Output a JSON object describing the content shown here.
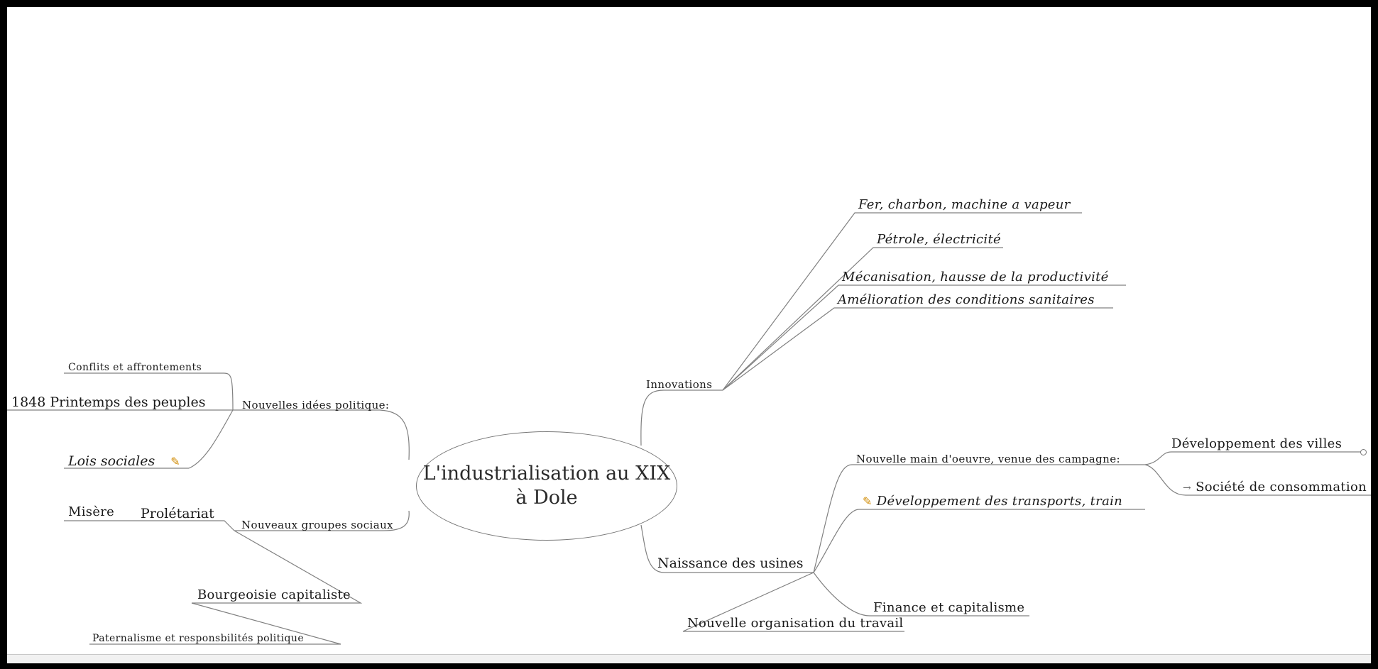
{
  "map": {
    "central": {
      "line1": "L'industrialisation au XIX",
      "line2": "à Dole"
    },
    "left": {
      "nouvelles_idees": {
        "label": "Nouvelles idées politique:",
        "children": [
          "Conflits et affrontements",
          "1848 Printemps des peuples",
          "Lois sociales"
        ]
      },
      "nouveaux_groupes": {
        "label": "Nouveaux groupes sociaux",
        "proletariat": "Prolétariat",
        "misere": "Misère",
        "bourgeoisie": "Bourgeoisie capitaliste",
        "paternalisme": "Paternalisme et responsbilités politique"
      }
    },
    "right": {
      "innovations": {
        "label": "Innovations",
        "children": [
          "Fer, charbon, machine a vapeur",
          "Pétrole, électricité",
          "Mécanisation, hausse de la productivité",
          "Amélioration des conditions sanitaires"
        ]
      },
      "naissance": {
        "label": "Naissance des usines",
        "main_oeuvre": "Nouvelle main d'oeuvre, venue des campagne:",
        "villes": "Développement des villes",
        "consommation": "Société de consommation",
        "transports": "Développement des transports, train",
        "finance": "Finance et capitalisme",
        "organisation": "Nouvelle organisation du travail"
      }
    },
    "icons": {
      "attachment": "attachment-icon",
      "link": "link-arrow-icon",
      "end": "end-circle-icon"
    },
    "colors": {
      "line": "#808080",
      "text": "#1a1a1a",
      "frame": "#000000",
      "icon": "#d08a00"
    }
  }
}
